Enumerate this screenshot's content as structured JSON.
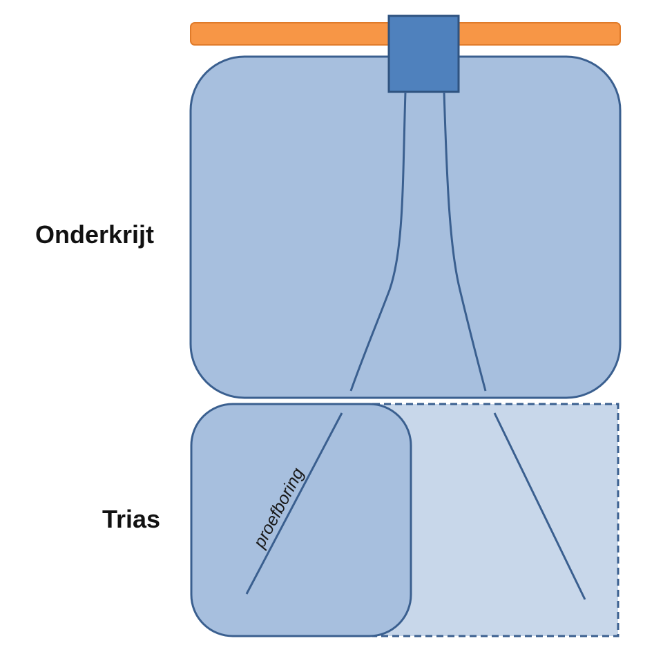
{
  "diagram": {
    "layers": [
      {
        "label": "Onderkrijt"
      },
      {
        "label": "Trias"
      }
    ],
    "well_label": "proefboring"
  },
  "colors": {
    "surface_bar": "#F79646",
    "surface_bar_stroke": "#E07B2A",
    "drill_rig": "#4F81BD",
    "layer_fill": "#A7BFDE",
    "layer_fill_light": "#C8D7EA",
    "outline": "#3A5F8F"
  }
}
